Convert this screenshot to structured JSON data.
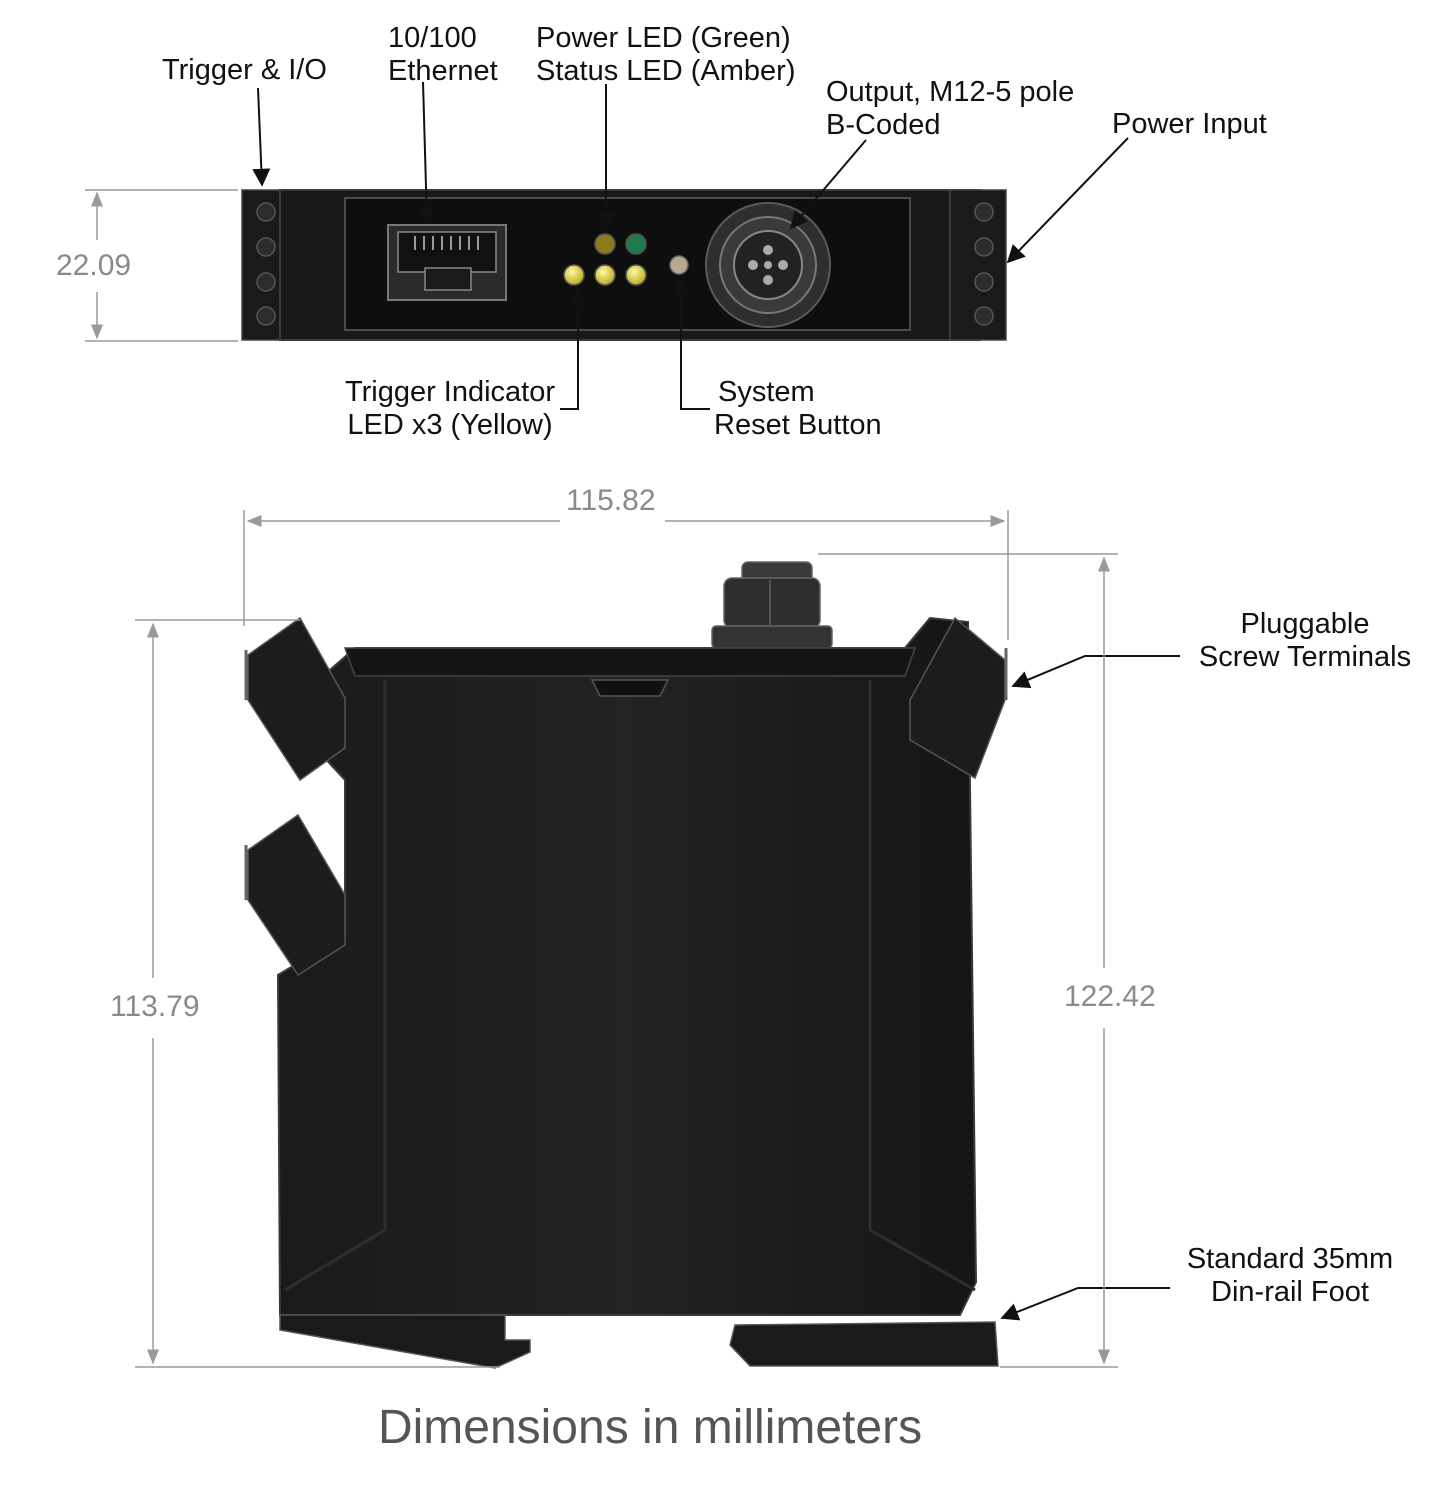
{
  "callouts": {
    "trigger_io": [
      "Trigger  & I/O"
    ],
    "ethernet": [
      "10/100",
      "Ethernet"
    ],
    "power_status_led": [
      "Power LED (Green)",
      "Status LED  (Amber)"
    ],
    "output": [
      "Output, M12-5 pole",
      "B-Coded"
    ],
    "power_input": [
      "Power Input"
    ],
    "trigger_indicator": [
      "Trigger Indicator",
      "LED x3 (Yellow)"
    ],
    "reset": [
      "System",
      "Reset Button"
    ],
    "screw_terminals": [
      "Pluggable",
      "Screw Terminals"
    ],
    "din_rail": [
      "Standard 35mm",
      "Din-rail Foot"
    ]
  },
  "dimensions": {
    "front_height": "22.09",
    "width": "115.82",
    "body_height": "113.79",
    "total_height": "122.42"
  },
  "caption": "Dimensions in millimeters",
  "colors": {
    "housing": "#1c1c1c",
    "panel": "#111111",
    "power_led": "#1f7a4a",
    "status_led": "#8a7a1a",
    "trigger_led": "#d8cc2a",
    "reset_button": "#b9a98f",
    "dimension_lines": "#9a9a9a"
  }
}
